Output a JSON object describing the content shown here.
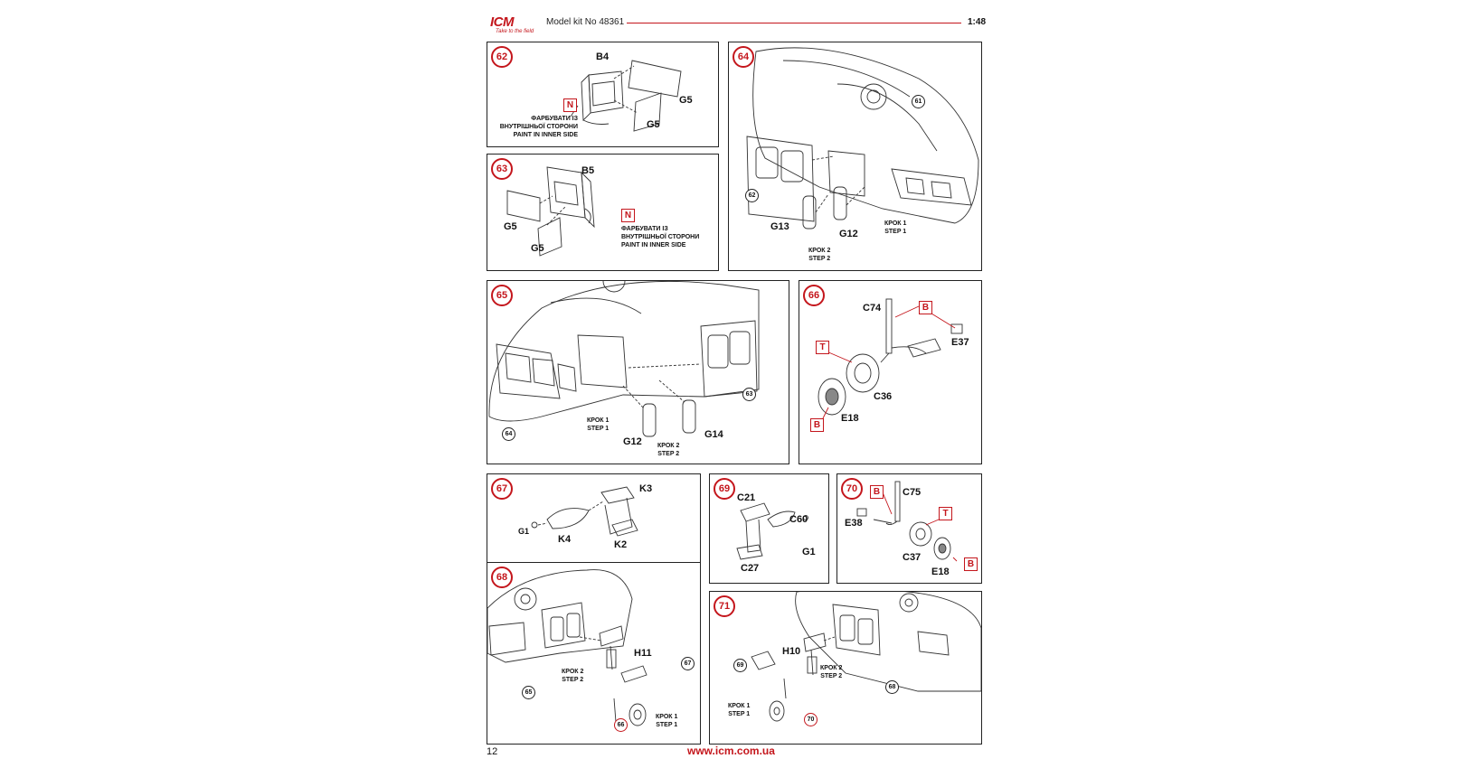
{
  "header": {
    "logo": "ICM",
    "logo_tagline": "Take to the field",
    "kit": "Model kit No 48361",
    "scale": "1:48"
  },
  "steps": {
    "s62": {
      "num": "62",
      "parts": [
        "B4",
        "G5",
        "G5"
      ],
      "marker": "N",
      "note_ua_1": "ФАРБУВАТИ ІЗ",
      "note_ua_2": "ВНУТРІШНЬОЇ СТОРОНИ",
      "note_en": "PAINT IN INNER SIDE"
    },
    "s63": {
      "num": "63",
      "parts": [
        "B5",
        "G5",
        "G5"
      ],
      "marker": "N",
      "note_ua_1": "ФАРБУВАТИ ІЗ",
      "note_ua_2": "ВНУТРІШНЬОЇ СТОРОНИ",
      "note_en": "PAINT IN INNER SIDE"
    },
    "s64": {
      "num": "64",
      "parts": [
        "G13",
        "G12"
      ],
      "ref_prev": "61",
      "ref_panel": "62",
      "step2_ua": "КРОК 2",
      "step2_en": "STEP 2",
      "step1_ua": "КРОК 1",
      "step1_en": "STEP 1"
    },
    "s65": {
      "num": "65",
      "parts": [
        "G12",
        "G14"
      ],
      "ref_prev": "64",
      "ref_panel": "63",
      "step1_ua": "КРОК 1",
      "step1_en": "STEP 1",
      "step2_ua": "КРОК 2",
      "step2_en": "STEP 2"
    },
    "s66": {
      "num": "66",
      "parts": [
        "C74",
        "E37",
        "C36",
        "E18"
      ],
      "markers": [
        "B",
        "T",
        "B"
      ]
    },
    "s67": {
      "num": "67",
      "parts": [
        "K3",
        "G1",
        "K4",
        "K2"
      ]
    },
    "s68": {
      "num": "68",
      "parts": [
        "H11"
      ],
      "ref_prev": "65",
      "ref_a": "67",
      "ref_b": "66",
      "step2_ua": "КРОК 2",
      "step2_en": "STEP 2",
      "step1_ua": "КРОК 1",
      "step1_en": "STEP 1"
    },
    "s69": {
      "num": "69",
      "parts": [
        "C21",
        "C60",
        "G1",
        "C27"
      ]
    },
    "s70": {
      "num": "70",
      "parts": [
        "C75",
        "E38",
        "C37",
        "E18"
      ],
      "markers": [
        "B",
        "T",
        "B"
      ]
    },
    "s71": {
      "num": "71",
      "parts": [
        "H10"
      ],
      "ref_prev": "68",
      "ref_a": "69",
      "ref_b": "70",
      "step2_ua": "КРОК 2",
      "step2_en": "STEP 2",
      "step1_ua": "КРОК 1",
      "step1_en": "STEP 1"
    }
  },
  "footer": {
    "page": "12",
    "url": "www.icm.com.ua"
  },
  "colors": {
    "accent": "#c4161c",
    "line": "#222222"
  }
}
